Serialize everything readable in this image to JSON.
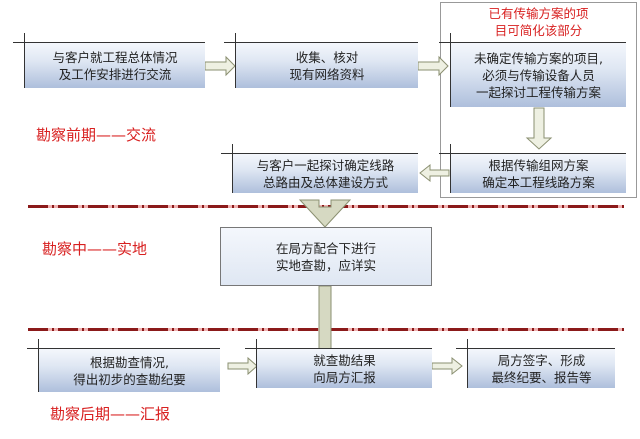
{
  "phases": {
    "pre": "勘察前期——交流",
    "mid": "勘察中——实地",
    "post": "勘察后期——汇报"
  },
  "note": "已有传输方案的项\n目可简化该部分",
  "steps": {
    "s1": "与客户就工程总体情况\n及工作安排进行交流",
    "s2": "收集、核对\n现有网络资料",
    "s3": "未确定传输方案的项目,\n必须与传输设备人员\n一起探讨工程传输方案",
    "s4": "根据传输组网方案\n确定本工程线路方案",
    "s5": "与客户一起探讨确定线路\n总路由及总体建设方式",
    "s6": "在局方配合下进行\n实地查勘，应详实",
    "s7": "根据勘查情况,\n得出初步的查勘纪要",
    "s8": "就查勘结果\n向局方汇报",
    "s9": "局方签字、形成\n最终纪要、报告等"
  }
}
